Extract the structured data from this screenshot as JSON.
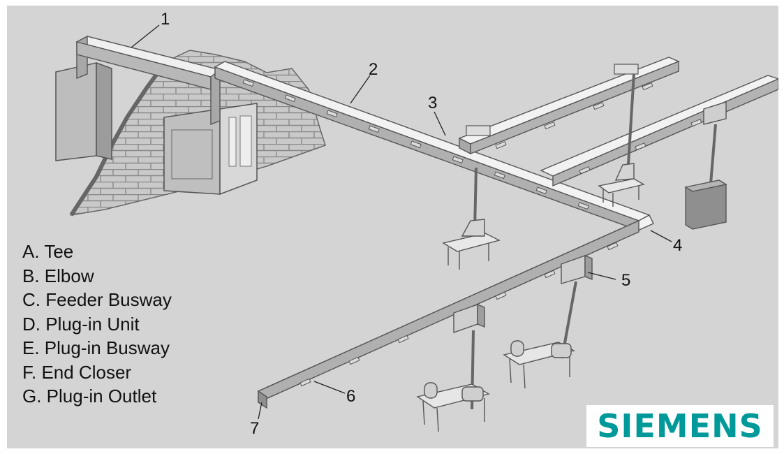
{
  "callouts": [
    "1",
    "2",
    "3",
    "4",
    "5",
    "6",
    "7"
  ],
  "legend": [
    "A. Tee",
    "B. Elbow",
    "C. Feeder Busway",
    "D. Plug-in Unit",
    "E. Plug-in Busway",
    "F. End Closer",
    "G. Plug-in Outlet"
  ],
  "logo": {
    "text": "SIEMENS",
    "color": "#009999"
  },
  "colors": {
    "background": "#d4d4d4",
    "busway_top": "#f2f2f2",
    "busway_side": "#a9a9a9",
    "brick": "#c7c7c7",
    "mortar": "#8f8f8f",
    "outline": "#555555"
  }
}
